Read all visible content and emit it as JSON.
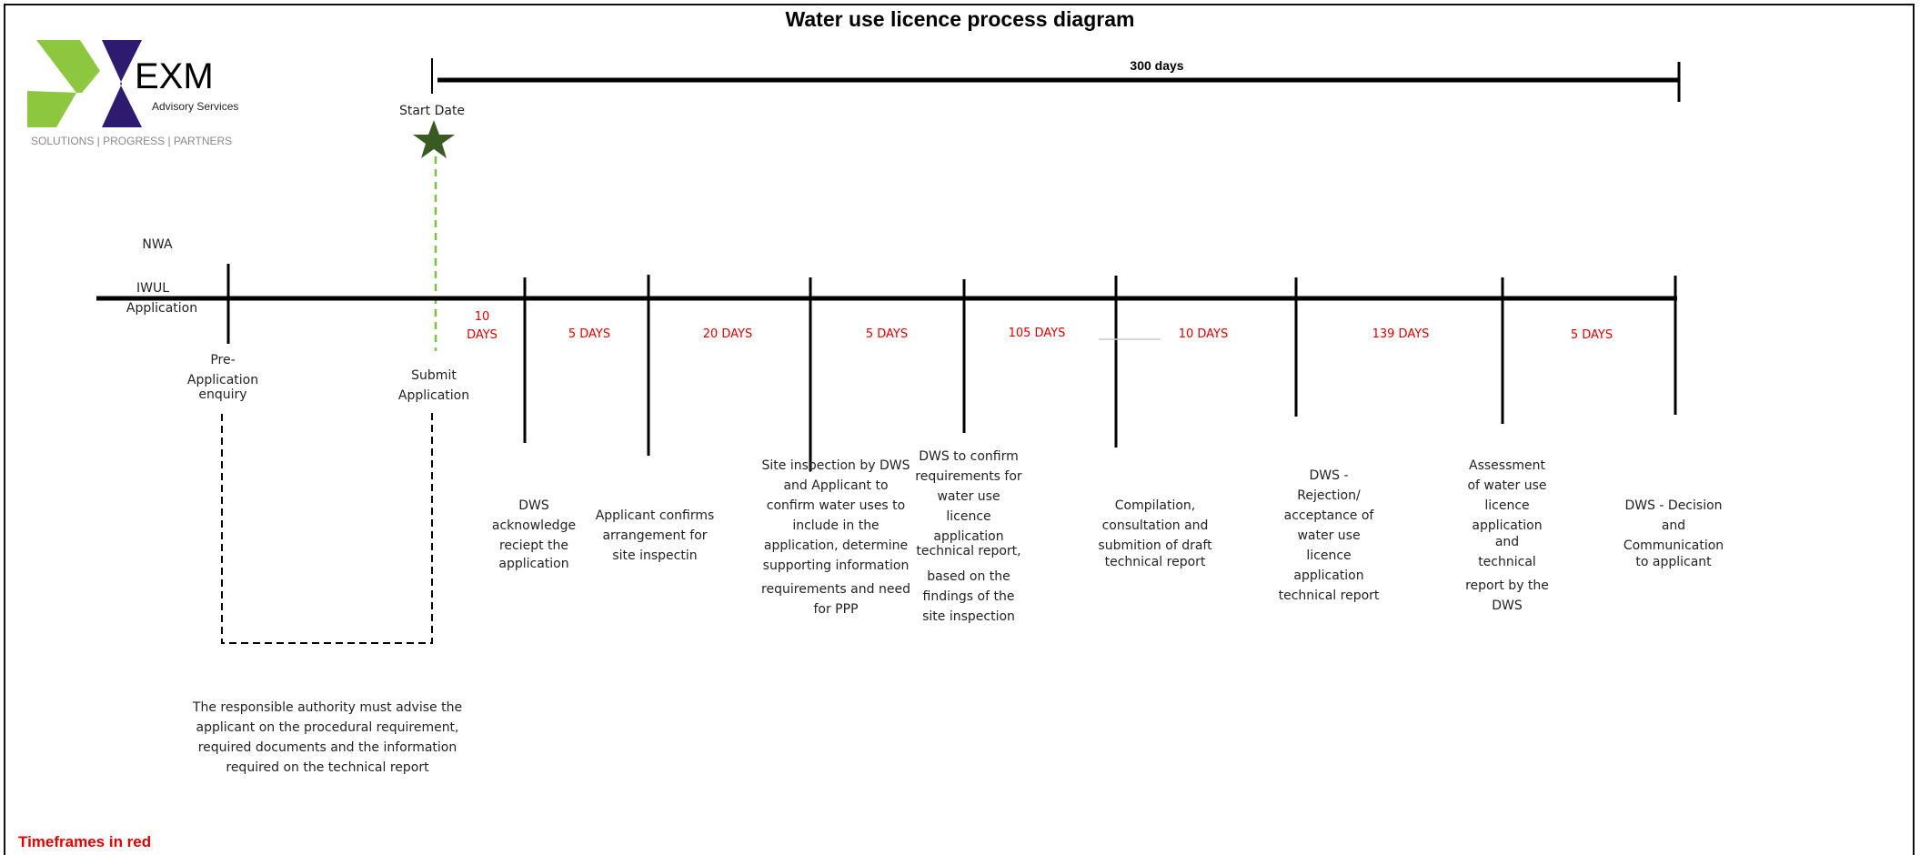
{
  "title": "Water use licence process diagram",
  "span_label": "300 days",
  "start_label": "Start Date",
  "logo": {
    "name": "EXM",
    "subtitle": "Advisory Services",
    "tagline": "SOLUTIONS | PROGRESS | PARTNERS"
  },
  "left_labels": {
    "nwa": "NWA",
    "iwul": "IWUL",
    "application": "Application"
  },
  "pre_application": [
    "Pre-",
    "Application",
    "enquiry"
  ],
  "submit_application": [
    "Submit",
    "Application"
  ],
  "pre_app_note": [
    "The responsible authority must advise the",
    "applicant on the procedural requirement,",
    "required documents and the information",
    "required on the technical report"
  ],
  "durations": [
    [
      "10",
      "DAYS"
    ],
    [
      "5 DAYS"
    ],
    [
      "20 DAYS"
    ],
    [
      "5 DAYS"
    ],
    [
      "105 DAYS"
    ],
    [
      "10 DAYS"
    ],
    [
      "139 DAYS"
    ],
    [
      "5 DAYS"
    ]
  ],
  "steps": [
    [
      "DWS",
      "acknowledge",
      "reciept the",
      "application"
    ],
    [
      "Applicant confirms",
      "arrangement for",
      "site inspectin"
    ],
    [
      "Site inspection by DWS",
      "and Applicant to",
      "confirm water uses to",
      "include in the",
      "application, determine",
      "supporting information",
      "requirements and need",
      "for PPP"
    ],
    [
      "DWS to confirm",
      "requirements for",
      "water use",
      "licence",
      "application",
      "technical report,",
      "based on the",
      "findings of the",
      "site inspection"
    ],
    [
      "Compilation,",
      "consultation and",
      "submition of draft",
      "technical report"
    ],
    [
      "DWS -",
      "Rejection/",
      "acceptance of",
      "water use",
      "licence",
      "application",
      "technical report"
    ],
    [
      "Assessment",
      "of water use",
      "licence",
      "application",
      "and",
      "technical",
      "report by the",
      "DWS"
    ],
    [
      "DWS - Decision",
      "and",
      "Communication",
      "to applicant"
    ]
  ],
  "footer": "Timeframes in red",
  "colors": {
    "timeframe": "#e00000",
    "star": "#3a5a23",
    "dashed_green": "#7ac143",
    "logo_green": "#8dc63f",
    "logo_purple": "#2e1a6e"
  }
}
